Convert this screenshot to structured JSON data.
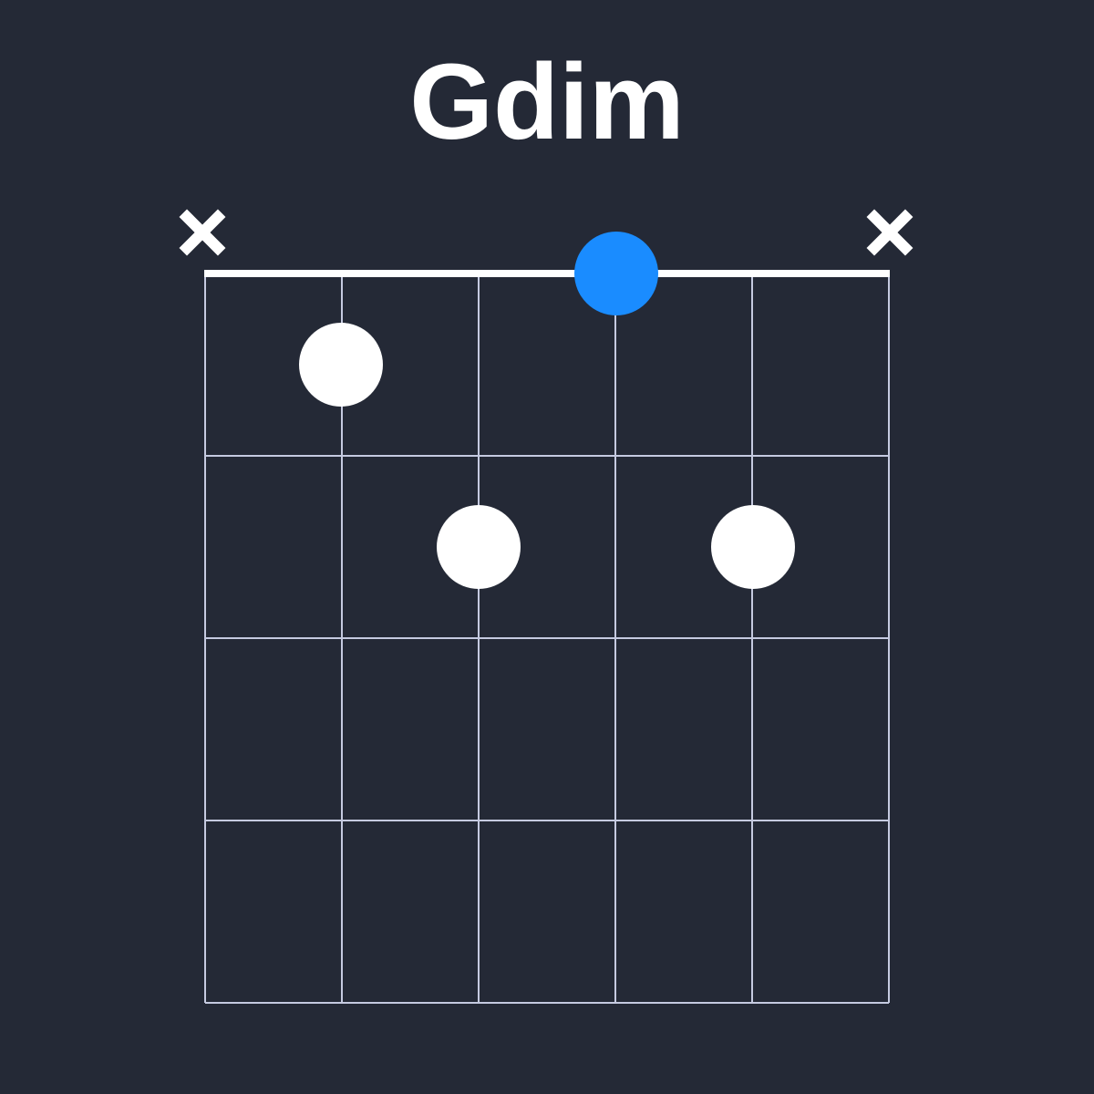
{
  "chord": {
    "name": "Gdim",
    "strings": 6,
    "frets_shown": 4,
    "muted_strings": [
      1,
      6
    ],
    "fingers": [
      {
        "string": 2,
        "fret": 1,
        "color": "#ffffff"
      },
      {
        "string": 3,
        "fret": 2,
        "color": "#ffffff"
      },
      {
        "string": 4,
        "fret": 0,
        "color": "#1a8cff",
        "note": "root"
      },
      {
        "string": 5,
        "fret": 2,
        "color": "#ffffff"
      }
    ]
  },
  "colors": {
    "background": "#242936",
    "grid": "#c5cae0",
    "nut": "#ffffff",
    "finger": "#ffffff",
    "root": "#1a8cff",
    "title": "#ffffff"
  }
}
